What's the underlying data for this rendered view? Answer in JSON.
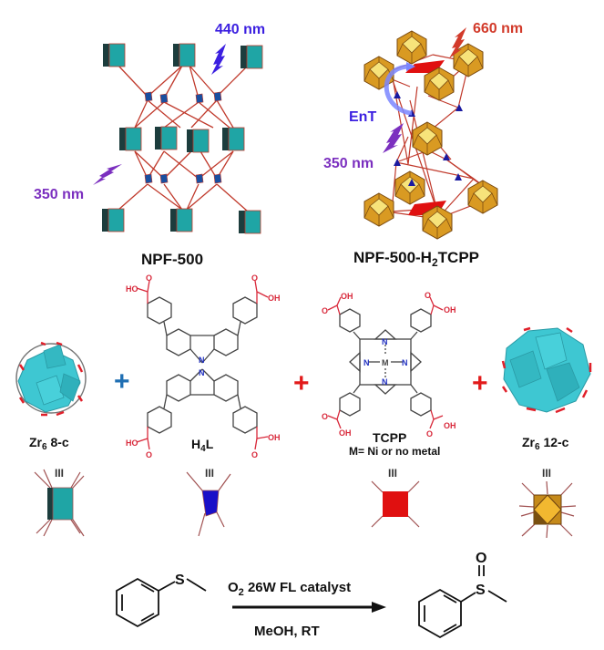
{
  "panel_npf500": {
    "title": "NPF-500",
    "excitation_high": "440 nm",
    "excitation_low": "350 nm"
  },
  "panel_npf500_tcpp": {
    "title_prefix": "NPF-500-H",
    "title_sub": "2",
    "title_suffix": "TCPP",
    "excitation_high": "660 nm",
    "excitation_low": "350 nm",
    "energy_transfer": "EnT"
  },
  "building_blocks": [
    {
      "id": "zr6-8c",
      "label_main": "Zr",
      "label_sub": "6",
      "label_rest": " 8-c",
      "symbol": "III",
      "node_shape": "teal-cuboid"
    },
    {
      "id": "h4l",
      "label_main": "H",
      "label_sub": "4",
      "label_rest": "L",
      "symbol": "III",
      "node_shape": "blue-tetrahedron"
    },
    {
      "id": "tcpp",
      "label_main": "TCPP",
      "label_sub": "",
      "label_rest": "",
      "note": "M= Ni or no metal",
      "symbol": "III",
      "node_shape": "red-square"
    },
    {
      "id": "zr6-12c",
      "label_main": "Zr",
      "label_sub": "6",
      "label_rest": " 12-c",
      "symbol": "III",
      "node_shape": "orange-cuboctahedron"
    }
  ],
  "plus_signs": [
    "+",
    "+",
    "+"
  ],
  "molecule_labels": {
    "carboxyl_oh": "OH",
    "carboxyl_ho": "HO",
    "carbonyl_o": "O",
    "nitrogen": "N",
    "metal": "M",
    "sulfur": "S",
    "oxygen": "O"
  },
  "reaction": {
    "above_arrow_o": "O",
    "above_arrow_o_sub": "2",
    "above_arrow_rest": " 26W FL catalyst",
    "below_arrow": "MeOH, RT"
  },
  "colors": {
    "teal": "#1fa5a5",
    "teal_dark": "#1c3d3d",
    "link_red": "#c0392b",
    "blue_nm": "#3b1fe0",
    "purple_nm": "#7b2fbf",
    "red_nm": "#d23a2a",
    "orange": "#d99a22",
    "cyan_poly": "#3ec7d2",
    "node_blue": "#1a1aa0",
    "acid_red": "#d8283a",
    "plus_blue": "#1f6fb3",
    "plus_red": "#e21a1a",
    "porphyrin_red": "#e01010"
  }
}
